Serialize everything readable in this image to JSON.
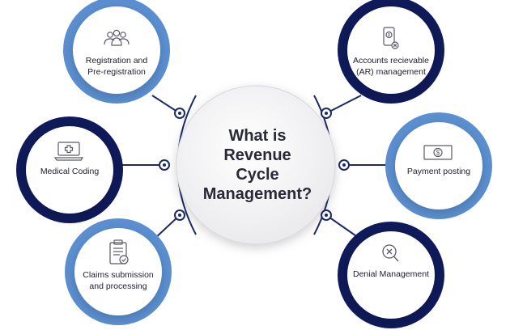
{
  "center": {
    "title": "What is\nRevenue Cycle\nManagement?"
  },
  "nodes": [
    {
      "key": "registration",
      "label": "Registration and\nPre-registration",
      "icon": "people-icon",
      "ring": "light"
    },
    {
      "key": "medical-coding",
      "label": "Medical Coding",
      "icon": "laptop-medical-icon",
      "ring": "dark"
    },
    {
      "key": "claims",
      "label": "Claims submission\nand processing",
      "icon": "clipboard-check-icon",
      "ring": "light"
    },
    {
      "key": "accounts-receivable",
      "label": "Accounts recievable\n(AR) management",
      "icon": "phone-coin-icon",
      "ring": "dark"
    },
    {
      "key": "payment-posting",
      "label": "Payment posting",
      "icon": "dollar-bill-icon",
      "ring": "light"
    },
    {
      "key": "denial",
      "label": "Denial Management",
      "icon": "magnifier-x-icon",
      "ring": "dark"
    }
  ],
  "colors": {
    "dark_ring": "#0f1a5a",
    "light_ring": "#5b8fd0",
    "connector": "#1c2a66",
    "icon": "#5a5a66"
  }
}
